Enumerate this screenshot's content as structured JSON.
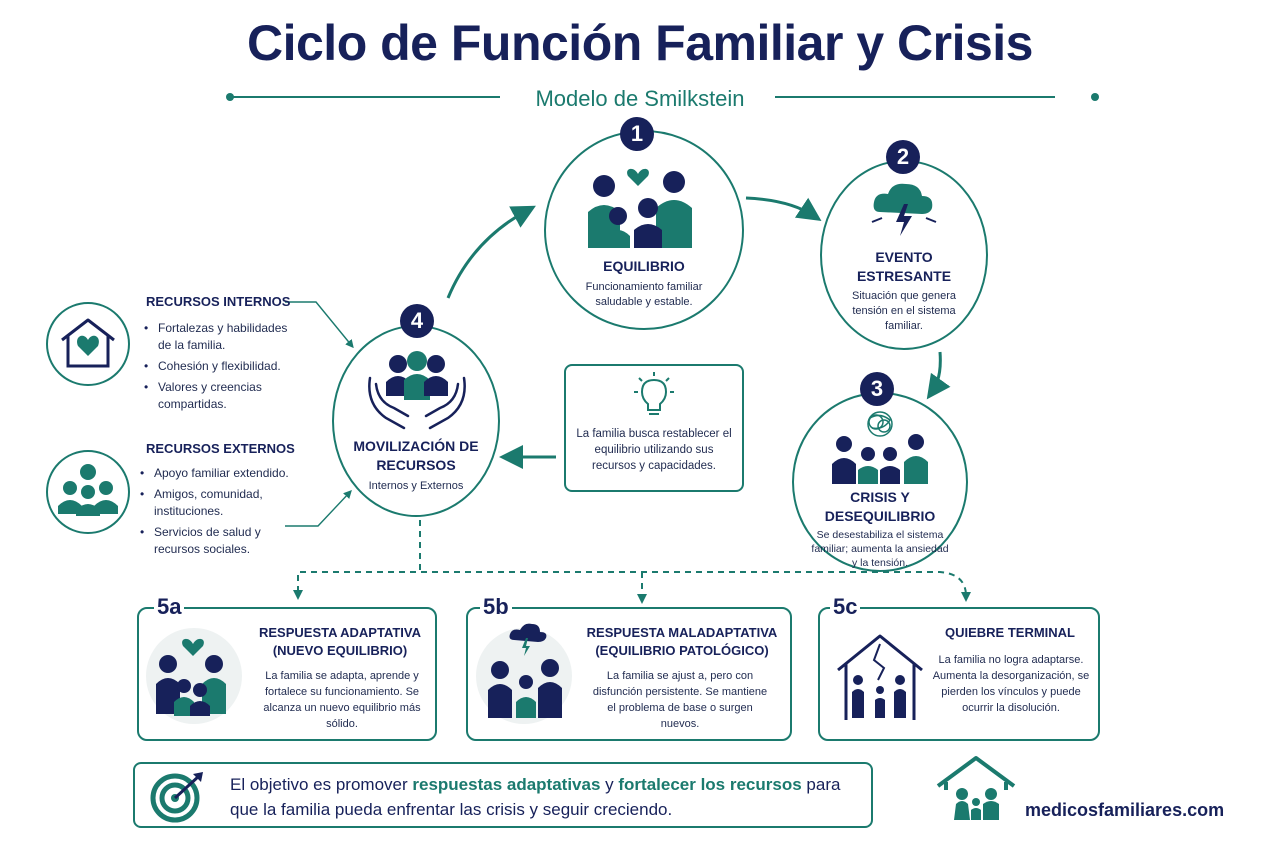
{
  "header": {
    "title": "Ciclo de Función Familiar y Crisis",
    "subtitle": "Modelo de Smilkstein"
  },
  "stages": [
    {
      "number": "1",
      "title": "EQUILIBRIO",
      "description": "Funcionamiento familiar saludable y estable."
    },
    {
      "number": "2",
      "title": "EVENTO ESTRESANTE",
      "description": "Situación que genera tensión en el sistema familiar."
    },
    {
      "number": "3",
      "title": "CRISIS Y DESEQUILIBRIO",
      "description": "Se desestabiliza el sistema familiar; aumenta la ansiedad y la tensión."
    },
    {
      "number": "4",
      "title": "MOVILIZACIÓN DE RECURSOS",
      "description": "Internos y Externos"
    }
  ],
  "center_note": "La familia busca restablecer el equilibrio utilizando sus recursos y capacidades.",
  "resources": {
    "internal": {
      "title": "RECURSOS INTERNOS",
      "items": [
        "Fortalezas y habilidades de la familia.",
        "Cohesión y flexibilidad.",
        "Valores y creencias compartidas."
      ]
    },
    "external": {
      "title": "RECURSOS EXTERNOS",
      "items": [
        "Apoyo familiar extendido.",
        "Amigos, comunidad, instituciones.",
        "Servicios de salud y recursos sociales."
      ]
    }
  },
  "outcomes": [
    {
      "badge": "5a",
      "title": "RESPUESTA ADAPTATIVA (NUEVO EQUILIBRIO)",
      "text": "La familia se adapta, aprende y fortalece su funcionamiento. Se alcanza un nuevo equilibrio más sólido."
    },
    {
      "badge": "5b",
      "title": "RESPUESTA MALADAPTATIVA (EQUILIBRIO PATOLÓGICO)",
      "text": "La familia se ajust a, pero con disfunción persistente. Se mantiene el problema de base o surgen nuevos."
    },
    {
      "badge": "5c",
      "title": "QUIEBRE TERMINAL",
      "text": "La familia no logra adaptarse. Aumenta la desorganización, se pierden los vínculos y puede ocurrir la disolución."
    }
  ],
  "footer": {
    "part1": "El objetivo es promover ",
    "highlight1": "respuestas adaptativas",
    "part2": " y ",
    "highlight2": "fortalecer los recursos",
    "part3": " para que la familia pueda enfrentar las crisis y seguir creciendo.",
    "site": "medicosfamiliares.com"
  },
  "colors": {
    "navy": "#17215a",
    "teal": "#1b7a6e"
  }
}
